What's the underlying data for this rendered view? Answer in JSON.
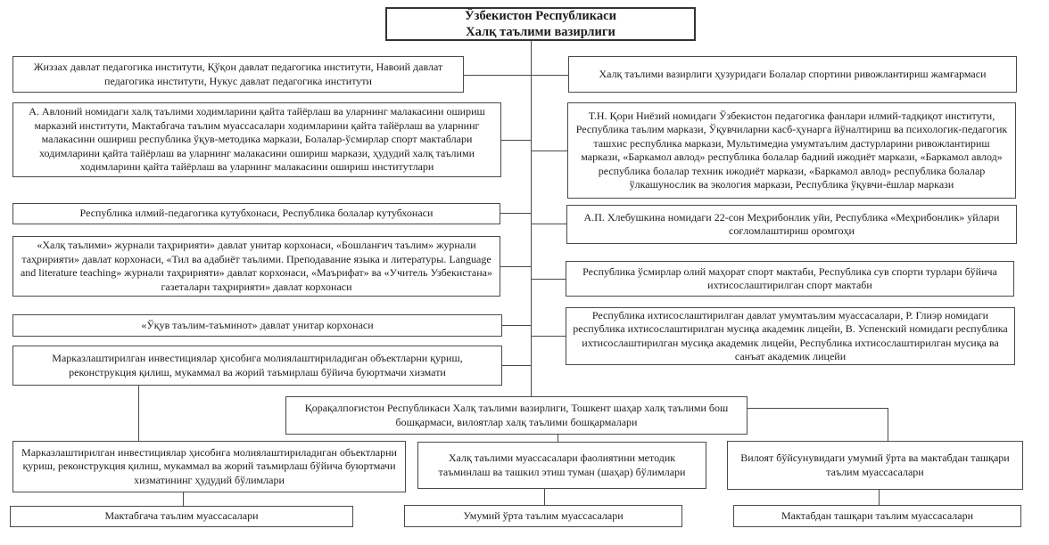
{
  "diagram_title": {
    "line1": "Ўзбекистон Республикаси",
    "line2": "Халқ таълими вазирлиги"
  },
  "left_column": [
    {
      "text": "Жиззах давлат педагогика институти, Қўқон давлат педагогика институти, Навоий давлат педагогика институти, Нукус давлат педагогика институти"
    },
    {
      "text": "А. Авлоний номидаги халқ таълими ходимларини қайта тайёрлаш ва уларнинг малакасини ошириш марказий институти, Мактабгача таълим муассасалари ходимларини қайта тайёрлаш ва уларнинг малакасини ошириш республика ўқув-методика маркази, Болалар-ўсмирлар спорт мактаблари ходимларини қайта тайёрлаш ва уларнинг малакасини ошириш маркази, ҳудудий халқ таълими ходимларини қайта тайёрлаш ва уларнинг малакасини ошириш институтлари"
    },
    {
      "text": "Республика илмий-педагогика кутубхонаси, Республика болалар кутубхонаси"
    },
    {
      "text": "«Халқ таълими» журнали таҳририяти» давлат унитар корхонаси, «Бошланғич таълим» журнали таҳририяти» давлат корхонаси, «Тил ва адабиёт таълими. Преподавание языка и литературы. Language and literature teaching» журнали таҳририяти» давлат корхонаси, «Маърифат» ва «Учитель Узбекистана» газеталари таҳририяти» давлат корхонаси"
    },
    {
      "text": "«Ўқув таълим-таъминот» давлат унитар корхонаси"
    },
    {
      "text": "Марказлаштирилган инвестициялар ҳисобига молиялаштириладиган объектларни қуриш, реконструкция қилиш, мукаммал ва жорий таъмирлаш бўйича буюртмачи хизмати"
    }
  ],
  "right_column": [
    {
      "text": "Халқ таълими вазирлиги ҳузуридаги Болалар спортини ривожлантириш жамғармаси"
    },
    {
      "text": "Т.Н. Қори Ниёзий номидаги Ўзбекистон педагогика фанлари илмий-тадқиқот институти, Республика таълим маркази, Ўқувчиларни касб-ҳунарга йўналтириш ва психологик-педагогик ташхис республика маркази, Мультимедиа умумтаълим дастурларини ривожлантириш маркази, «Баркамол авлод» республика болалар бадиий ижодиёт маркази, «Баркамол авлод» республика болалар техник ижодиёт маркази, «Баркамол авлод» республика болалар ўлкашунослик ва экология маркази, Республика ўқувчи-ёшлар маркази"
    },
    {
      "text": "А.П. Хлебушкина номидаги 22-сон Меҳрибонлик уйи, Республика «Меҳрибонлик» уйлари соғломлаштириш оромгоҳи"
    },
    {
      "text": "Республика ўсмирлар олий маҳорат спорт мактаби, Республика сув спорти турлари бўйича ихтисослаштирилган спорт мактаби"
    },
    {
      "text": "Республика ихтисослаштирилган давлат умумтаълим муассасалари, Р. Глиэр номидаги республика ихтисослаштирилган мусиқа академик лицейи, В. Успенский номидаги республика ихтисослаштирилган мусиқа академик лицейи, Республика ихтисослаштирилган мусиқа ва санъат академик лицейи"
    }
  ],
  "center_box": {
    "text": "Қорақалпоғистон Республикаси Халқ таълими вазирлиги, Тошкент шаҳар халқ таълими бош бошқармаси, вилоятлар халқ таълими бошқармалари"
  },
  "middle_row": [
    {
      "text": "Марказлаштирилган инвестициялар ҳисобига молиялаштириладиган объектларни қуриш, реконструкция қилиш, мукаммал ва жорий таъмирлаш бўйича буюртмачи хизматининг ҳудудий бўлимлари"
    },
    {
      "text": "Халқ таълими муассасалари фаолиятини методик таъминлаш ва ташкил этиш туман (шаҳар) бўлимлари"
    },
    {
      "text": "Вилоят бўйсунувидаги умумий ўрта ва мактабдан ташқари таълим муассасалари"
    }
  ],
  "bottom_row": [
    {
      "text": "Мактабгача таълим муассасалари"
    },
    {
      "text": "Умумий ўрта таълим муассасалари"
    },
    {
      "text": "Мактабдан ташқари таълим муассасалари"
    }
  ],
  "colors": {
    "border": "#4a4a4a",
    "text": "#1c1c1c",
    "background": "#ffffff"
  }
}
